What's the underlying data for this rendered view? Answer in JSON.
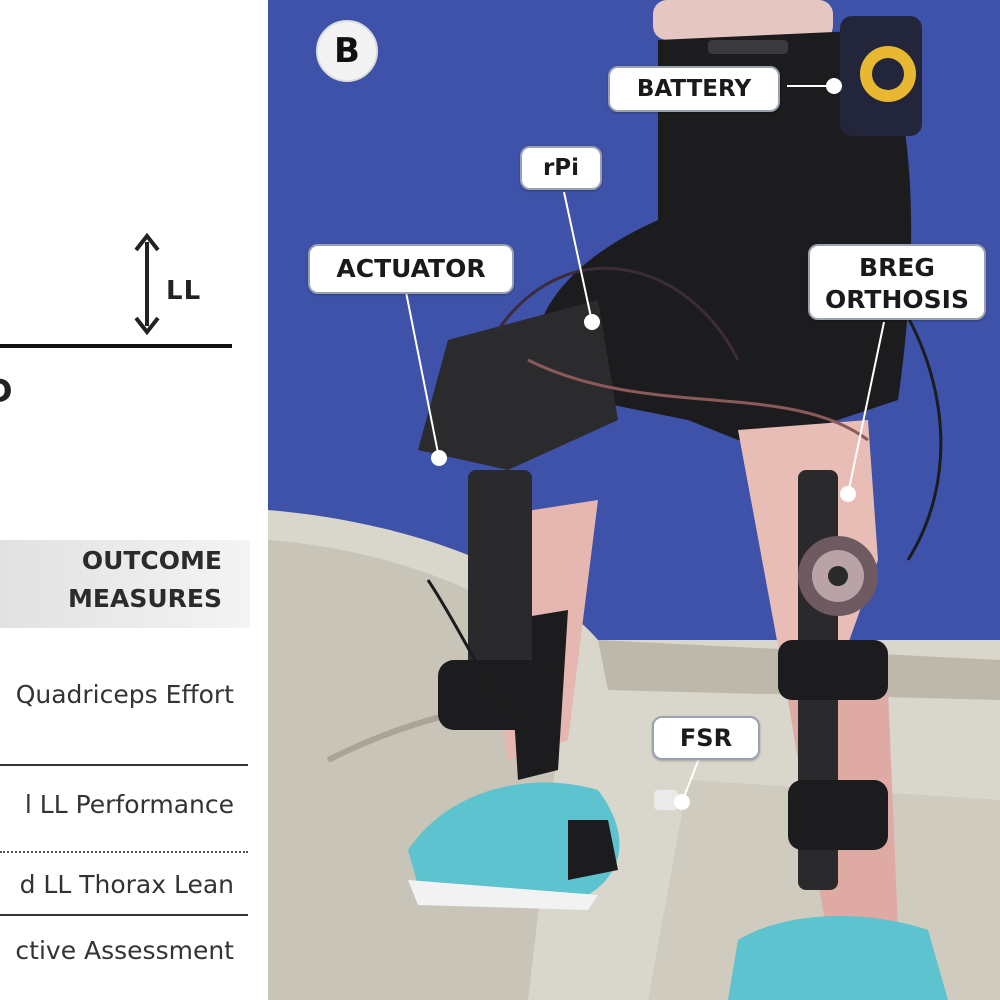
{
  "left_panel": {
    "ll_label": "LL",
    "cut_letter": "D",
    "outcome_header": {
      "line1": "OUTCOME",
      "line2": "MEASURES"
    },
    "measures": [
      "Quadriceps Effort",
      "l LL Performance",
      "d LL Thorax Lean",
      "ctive Assessment"
    ]
  },
  "photo": {
    "panel_letter": "B",
    "background_color": "#3d52a8",
    "labels": {
      "battery": "BATTERY",
      "rpi": "rPi",
      "actuator": "ACTUATOR",
      "breg_line1": "BREG",
      "breg_line2": "ORTHOSIS",
      "fsr": "FSR"
    }
  }
}
